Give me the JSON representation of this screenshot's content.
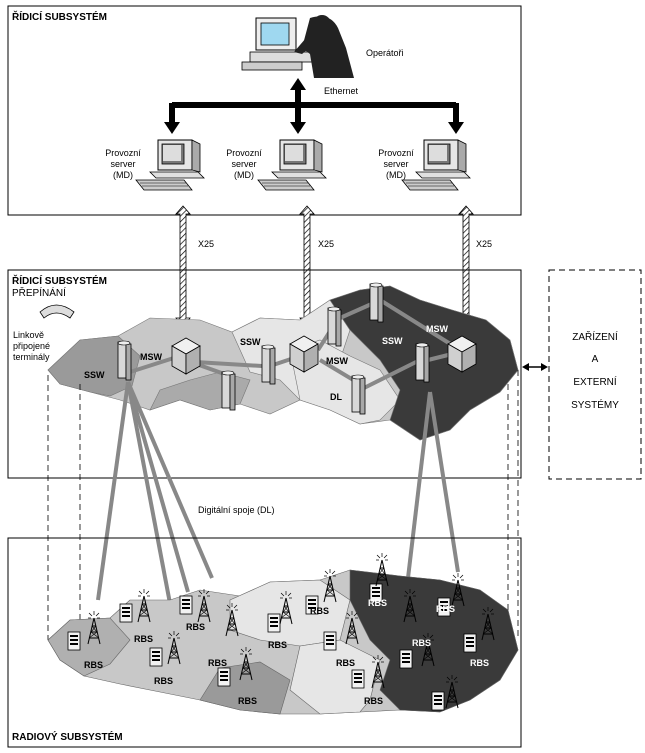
{
  "sections": {
    "control_top": "ŘÍDICÍ SUBSYSTÉM",
    "control_switching_title": "ŘÍDICÍ SUBSYSTÉM",
    "switching": "PŘEPÍNÁNÍ",
    "radio": "RADIOVÝ SUBSYSTÉM"
  },
  "labels": {
    "operators": "Operátoři",
    "ethernet": "Ethernet",
    "server_line1": "Provozní",
    "server_line2": "server",
    "server_line3": "(MD)",
    "x25": "X25",
    "linked_line1": "Linkově",
    "linked_line2": "připojené",
    "linked_line3": "terminály",
    "digital_links": "Digitální spoje (DL)",
    "msw": "MSW",
    "ssw": "SSW",
    "dl": "DL",
    "rbs": "RBS"
  },
  "external": {
    "line1": "ZAŘÍZENÍ",
    "line2": "A",
    "line3": "EXTERNÍ",
    "line4": "SYSTÉMY"
  },
  "colors": {
    "light_cell": "#c8c8c8",
    "lighter_cell": "#e6e6e6",
    "mid_cell": "#9a9a9a",
    "dark_cell": "#3a3a3a"
  }
}
